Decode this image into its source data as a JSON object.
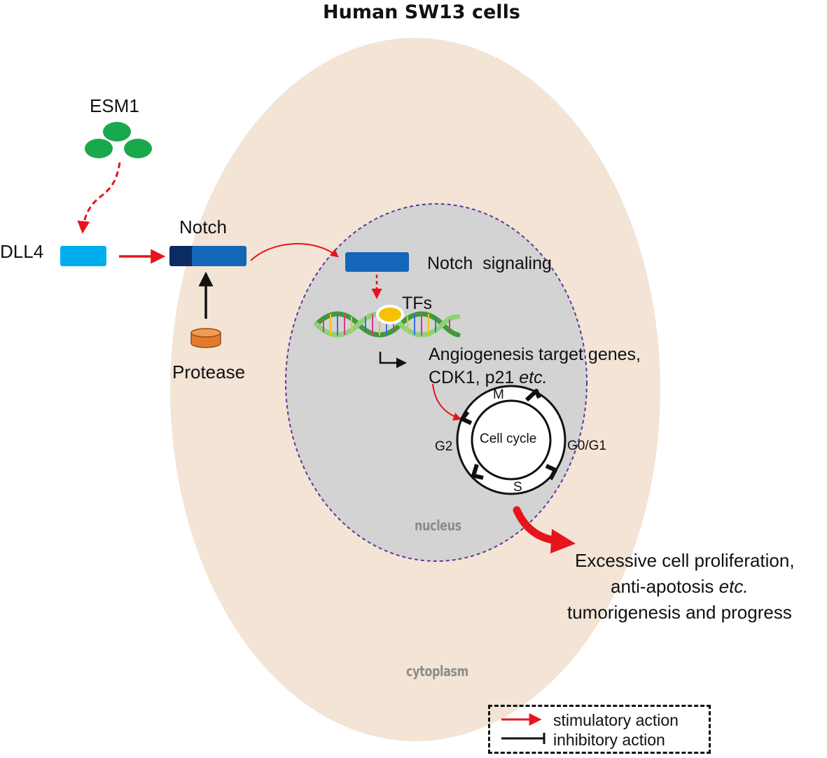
{
  "title": "Human SW13 cells",
  "labels": {
    "esm1": "ESM1",
    "dll4": "DLL4",
    "notch": "Notch",
    "protease": "Protease",
    "notch_signaling": "Notch  signaling",
    "tfs": "TFs",
    "target_genes_line1": "Angiogenesis target genes,",
    "target_genes_line2": "CDK1, p21 ",
    "etc": "etc.",
    "cell_cycle": "Cell cycle",
    "phase_m": "M",
    "phase_g2": "G2",
    "phase_g0g1": "G0/G1",
    "phase_s": "S",
    "nucleus": "nucleus",
    "cytoplasm": "cytoplasm",
    "outcome_line1": "Excessive cell proliferation,",
    "outcome_line2": "anti-apotosis ",
    "outcome_line3": "tumorigenesis and progress"
  },
  "legend": {
    "stimulatory": "stimulatory action",
    "inhibitory": "inhibitory action"
  },
  "colors": {
    "cytoplasm": "#f3e4d6",
    "nucleus": "#d3d3d3",
    "nucleus_border": "#5b3a9c",
    "esm1": "#1aa84c",
    "dll4": "#00aeef",
    "notch_dark": "#0b2b63",
    "notch": "#1466b8",
    "protease": "#e37b2e",
    "tf": "#f5c200",
    "stimulatory": "#e8141b",
    "inhibitory": "#111111"
  }
}
